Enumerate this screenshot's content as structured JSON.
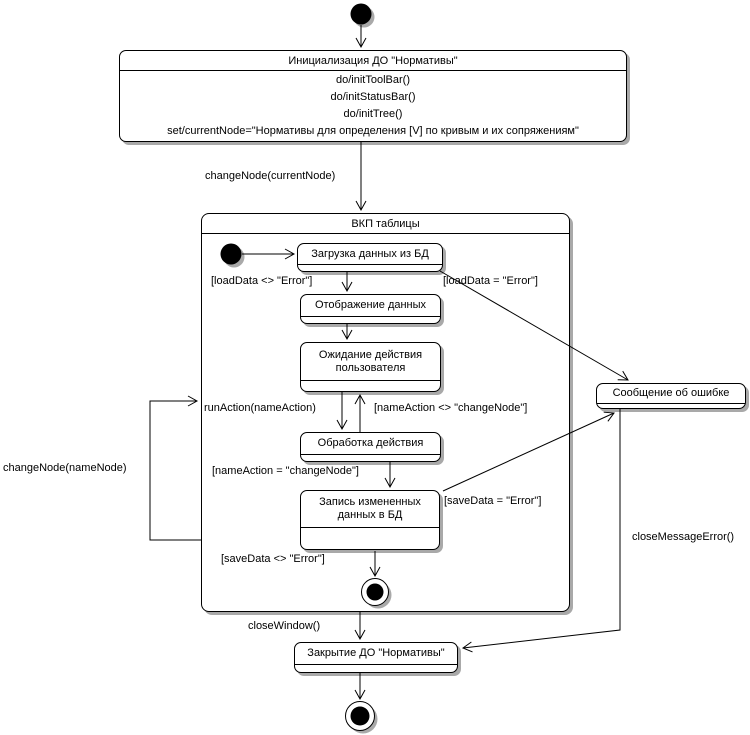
{
  "diagram": {
    "kind": "uml-state-diagram",
    "states": {
      "init": {
        "title": "Инициализация ДО \"Нормативы\"",
        "actions": [
          "do/initToolBar()",
          "do/initStatusBar()",
          "do/initTree()",
          "set/currentNode=\"Нормативы для определения [V] по кривым и их сопряжениям\""
        ]
      },
      "vkp": {
        "title": "ВКП таблицы"
      },
      "load": {
        "title": "Загрузка данных из БД"
      },
      "display": {
        "title": "Отображение данных"
      },
      "wait": {
        "title": "Ожидание действия пользователя"
      },
      "process": {
        "title": "Обработка действия"
      },
      "save": {
        "title": "Запись измененных данных в БД"
      },
      "error": {
        "title": "Сообщение об ошибке"
      },
      "close": {
        "title": "Закрытие ДО \"Нормативы\""
      }
    },
    "labels": {
      "change_node_current": "changeNode(currentNode)",
      "load_ok": "[loadData <> \"Error\"]",
      "load_error": "[loadData = \"Error\"]",
      "run_action": "runAction(nameAction)",
      "action_not_change_node": "[nameAction <> \"changeNode\"]",
      "action_change_node": "[nameAction = \"changeNode\"]",
      "save_error": "[saveData = \"Error\"]",
      "save_ok": "[saveData <> \"Error\"]",
      "change_node_name": "changeNode(nameNode)",
      "close_window": "closeWindow()",
      "close_message_error": "closeMessageError()"
    },
    "colors": {
      "line": "#000000",
      "shadow": "#a9a9a9",
      "background": "#ffffff"
    }
  }
}
